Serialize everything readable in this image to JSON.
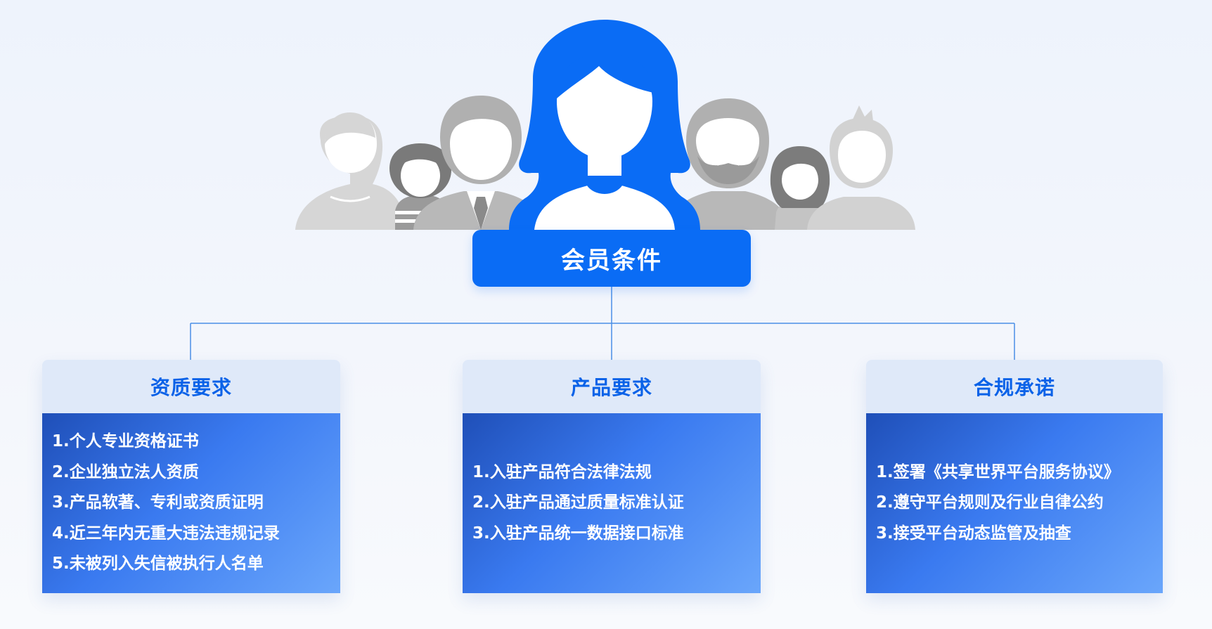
{
  "root": {
    "label": "会员条件"
  },
  "branches": [
    {
      "title": "资质要求",
      "items": [
        "1.个人专业资格证书",
        "2.企业独立法人资质",
        "3.产品软著、专利或资质证明",
        "4.近三年内无重大违法违规记录",
        "5.未被列入失信被执行人名单"
      ]
    },
    {
      "title": "产品要求",
      "items": [
        "1.入驻产品符合法律法规",
        "2.入驻产品通过质量标准认证",
        "3.入驻产品统一数据接口标准"
      ]
    },
    {
      "title": "合规承诺",
      "items": [
        "1.签署《共享世界平台服务协议》",
        "2.遵守平台规则及行业自律公约",
        "3.接受平台动态监管及抽查"
      ]
    }
  ],
  "colors": {
    "primary": "#0a6cf5",
    "head_bg": "#dfe9f9",
    "head_text": "#0a62e8",
    "connector": "#4a8fe6",
    "person_light": "#d4d4d4",
    "person_mid": "#b9b9b9",
    "person_dark": "#7e7e7e"
  },
  "icons": {
    "center": "woman-avatar-icon",
    "group": "people-group-icon"
  }
}
